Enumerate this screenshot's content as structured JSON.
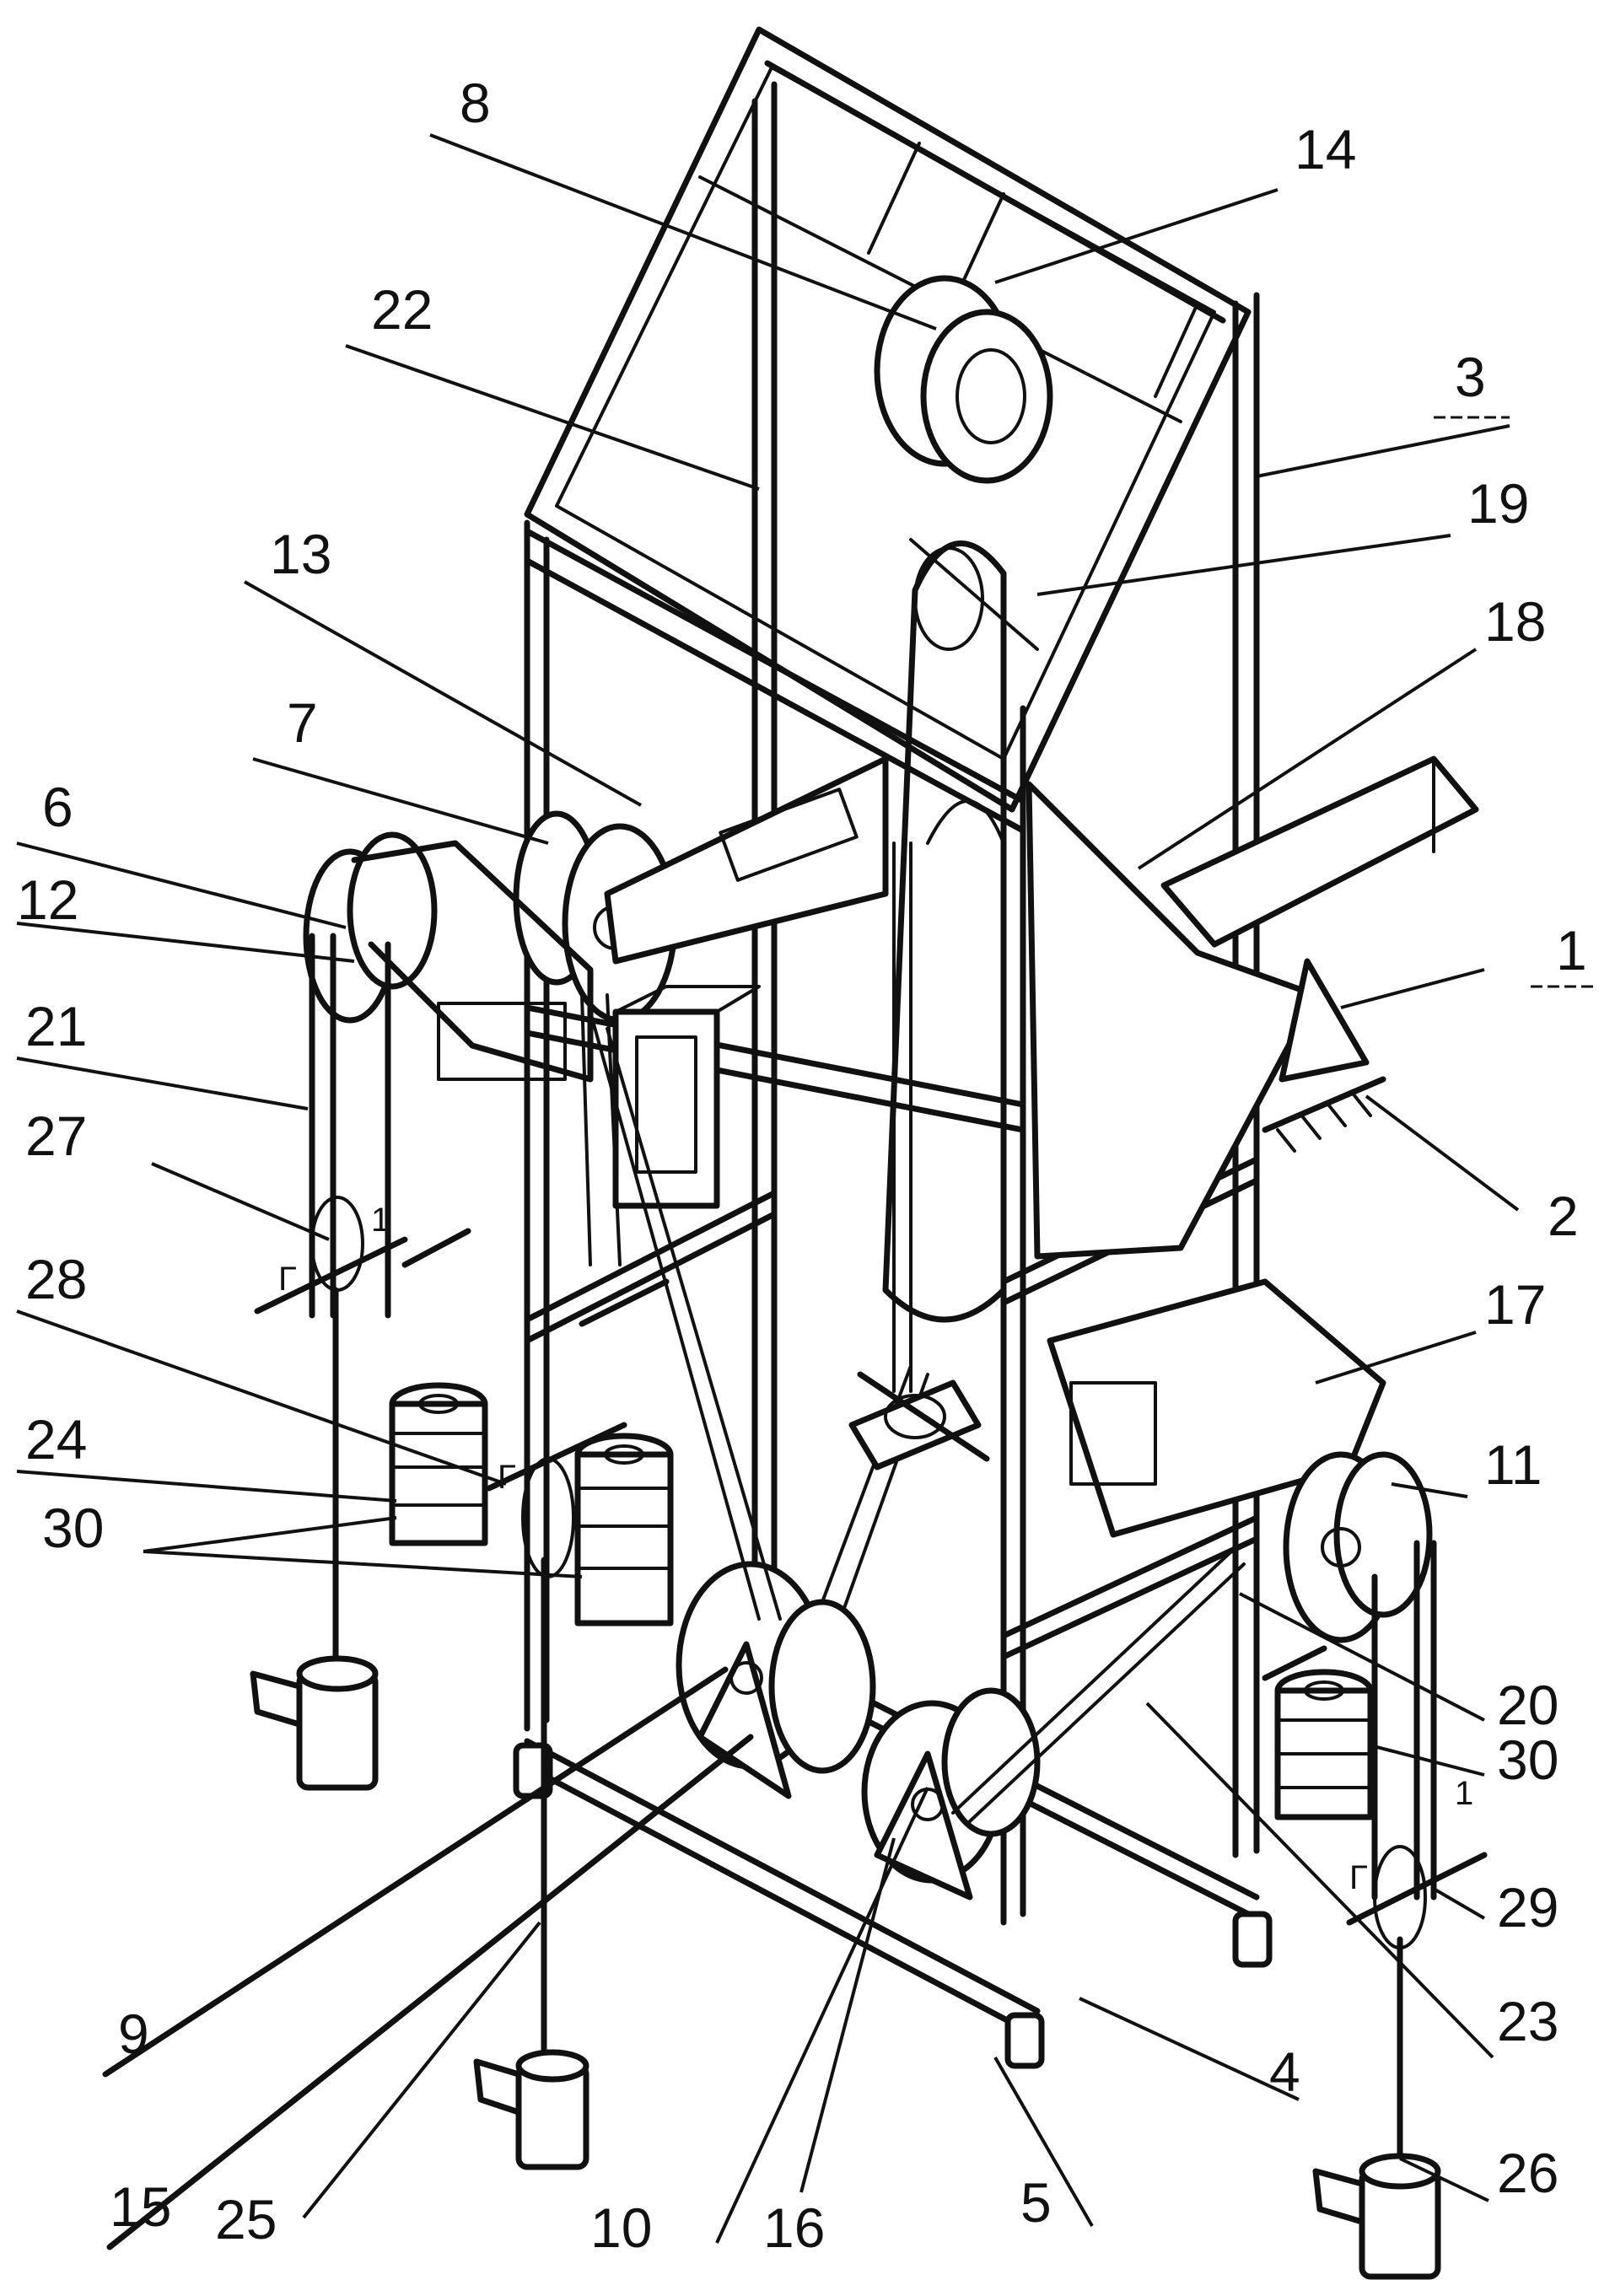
{
  "labels": {
    "l1": "1",
    "l2": "2",
    "l3": "3",
    "l4": "4",
    "l5": "5",
    "l6": "6",
    "l7": "7",
    "l8": "8",
    "l9": "9",
    "l10": "10",
    "l11": "11",
    "l12": "12",
    "l13": "13",
    "l14": "14",
    "l15": "15",
    "l16": "16",
    "l17": "17",
    "l18": "18",
    "l19": "19",
    "l20": "20",
    "l21": "21",
    "l22": "22",
    "l23": "23",
    "l24": "24",
    "l25": "25",
    "l26": "26",
    "l27": "27",
    "l28": "28",
    "l29": "29",
    "l30a": "30",
    "l30b": "30"
  },
  "marks": {
    "belt_mark": "1",
    "tick_mark": "Г"
  }
}
